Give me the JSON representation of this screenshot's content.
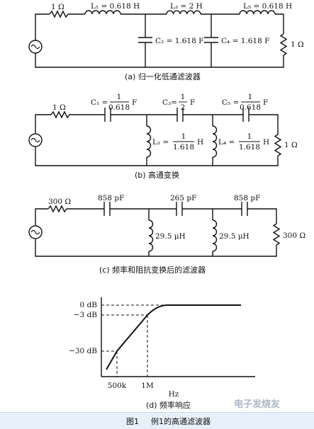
{
  "circuit_a": {
    "r_source": "1 Ω",
    "l1": "L₁ = 0.618 H",
    "l3": "L₃ = 2 H",
    "l5": "L₅ = 0.618 H",
    "c2": "C₂ = 1.618 F",
    "c4": "C₄ = 1.618 F",
    "r_load": "1 Ω",
    "caption": "(a) 归一化低通滤波器"
  },
  "circuit_b": {
    "r_source": "1 Ω",
    "c1_prefix": "C₁ =",
    "c1_num": "1",
    "c1_den": "0.618",
    "c1_unit": "F",
    "c3_prefix": "C₃=",
    "c3_num": "1",
    "c3_den": "2",
    "c3_unit": "F",
    "c5_prefix": "C₅ =",
    "c5_num": "1",
    "c5_den": "0.618",
    "c5_unit": "F",
    "l2_prefix": "L₂ =",
    "l2_num": "1",
    "l2_den": "1.618",
    "l2_unit": "H",
    "l4_prefix": "L₄ =",
    "l4_num": "1",
    "l4_den": "1.618",
    "l4_unit": "H",
    "r_load": "1 Ω",
    "caption": "(b) 高通变换"
  },
  "circuit_c": {
    "r_source": "300 Ω",
    "c1": "858 pF",
    "c3": "265 pF",
    "c5": "858 pF",
    "l2": "29.5 μH",
    "l4": "29.5 μH",
    "r_load": "300 Ω",
    "caption": "(c) 频率和阻抗变换后的滤波器"
  },
  "chart_data": {
    "type": "line",
    "y_tick_labels": [
      "0 dB",
      "−3 dB",
      "−30 dB"
    ],
    "x_tick_labels": [
      "500k",
      "1M"
    ],
    "xlabel": "Hz",
    "caption": "(d) 频率响应",
    "series": [
      {
        "points": [
          [
            "500k",
            -30
          ],
          [
            "1M",
            -3
          ]
        ]
      }
    ]
  },
  "footer": {
    "figure_number": "图1",
    "figure_title": "例1的高通滤波器"
  },
  "watermark": "电子发烧友"
}
